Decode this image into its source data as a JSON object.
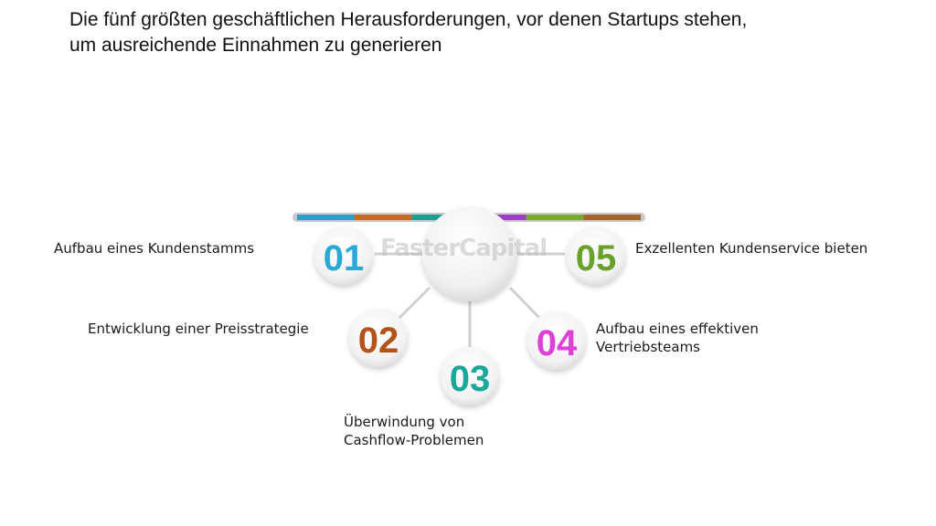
{
  "title": {
    "line1": "Die fünf größten geschäftlichen Herausforderungen, vor denen Startups stehen,",
    "line2": "um ausreichende Einnahmen zu generieren"
  },
  "watermark": "FasterCapital",
  "items": [
    {
      "number": "01",
      "color": "#2aa9d6",
      "label_lines": [
        "Aufbau eines Kundenstamms"
      ]
    },
    {
      "number": "02",
      "color": "#b5531c",
      "label_lines": [
        "Entwicklung einer Preisstrategie"
      ]
    },
    {
      "number": "03",
      "color": "#1aa89a",
      "label_lines": [
        "Überwindung von",
        "Cashflow-Problemen"
      ]
    },
    {
      "number": "04",
      "color": "#e03fd8",
      "label_lines": [
        "Aufbau eines effektiven",
        "Vertriebsteams"
      ]
    },
    {
      "number": "05",
      "color": "#6aa12b",
      "label_lines": [
        "Exzellenten Kundenservice bieten"
      ]
    }
  ],
  "bar_colors": [
    "#2a9fc9",
    "#c96a22",
    "#1e9e92",
    "#9b3fc9",
    "#7aaa2b",
    "#a0662c"
  ]
}
